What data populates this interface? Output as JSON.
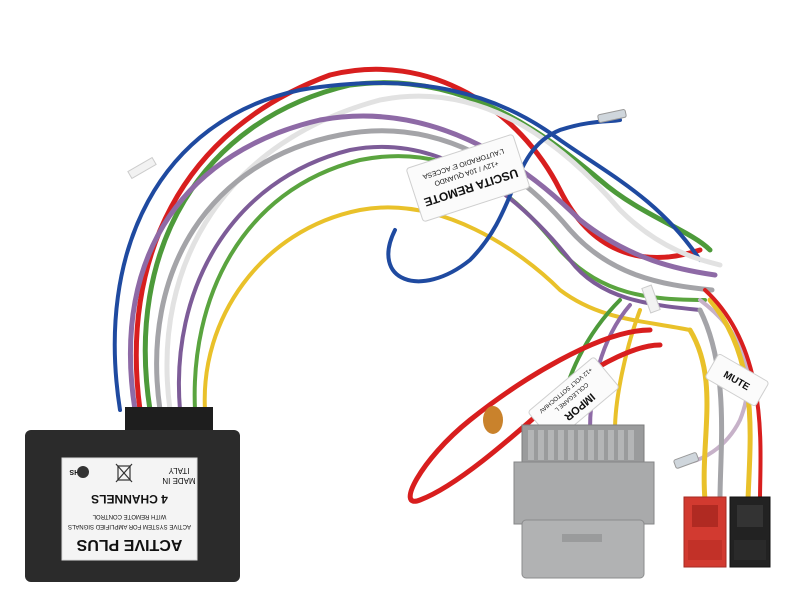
{
  "module": {
    "product": "ACTIVE PLUS",
    "line1": "ACTIVE SYSTEM FOR AMPLIFIED SIGNALS",
    "line2": "WITH REMOTE CONTROL",
    "channels": "4 CHANNELS",
    "made_in_1": "MADE IN",
    "made_in_2": "ITALY",
    "rohs": "RoHS"
  },
  "tag_remote": {
    "title": "USCITA REMOTE",
    "line1": "+12V / 10A QUANDO",
    "line2": "L'AUTORADIO E' ACCESA"
  },
  "tag_important": {
    "title": "IMPOR",
    "line1": "COLLEGARE L",
    "line2": "+12 VOLT SOTTOCHIAV"
  },
  "tag_mute": {
    "title": "MUTE"
  },
  "colors": {
    "module_body": "#2b2b2b",
    "connector_grey": "#a9aaab",
    "connector_red": "#d23a30",
    "connector_black": "#222222",
    "wire_red": "#d81e1e",
    "wire_blue": "#1f4aa0",
    "wire_green": "#4d9a3a",
    "wire_purple": "#8e6aa6",
    "wire_grey": "#a4a4a8",
    "wire_white": "#eeeeee",
    "wire_yellow": "#e9c12a"
  }
}
